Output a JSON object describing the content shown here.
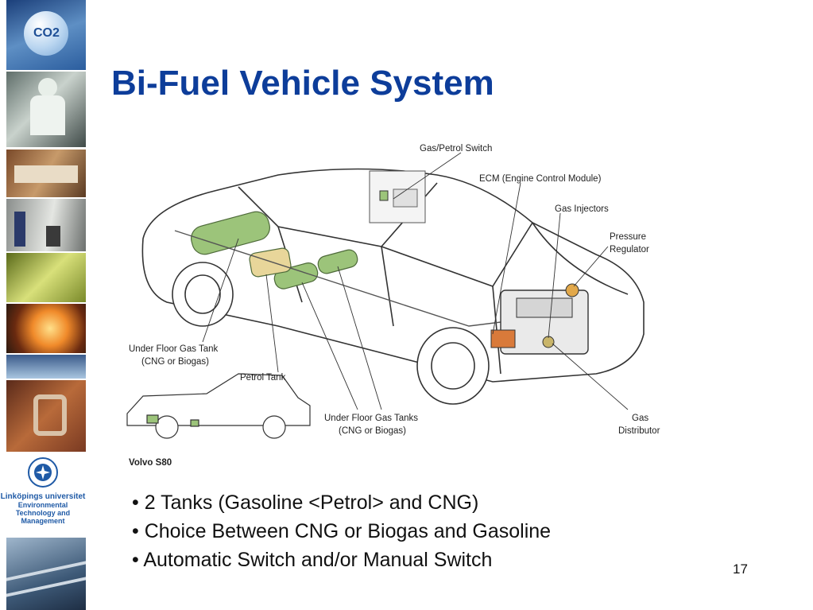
{
  "slide": {
    "title": "Bi-Fuel Vehicle System",
    "page_number": "17"
  },
  "sidebar": {
    "co2_badge": "CO2",
    "university": "Linköpings universitet",
    "department_line1": "Environmental",
    "department_line2": "Technology and",
    "department_line3": "Management"
  },
  "diagram": {
    "labels": {
      "gas_petrol_switch": "Gas/Petrol Switch",
      "ecm": "ECM (Engine Control Module)",
      "gas_injectors": "Gas Injectors",
      "pressure_1": "Pressure",
      "pressure_2": "Regulator",
      "under_floor_tank_1": "Under Floor Gas Tank",
      "under_floor_tank_2": "(CNG or Biogas)",
      "petrol_tank": "Petrol Tank",
      "under_floor_tanks_1": "Under Floor Gas Tanks",
      "under_floor_tanks_2": "(CNG or Biogas)",
      "gas_distributor_1": "Gas",
      "gas_distributor_2": "Distributor",
      "model": "Volvo S80"
    },
    "colors": {
      "gas_tank": "#9cc47a",
      "petrol_tank": "#e8d69a",
      "engine_part": "#d97a3a"
    }
  },
  "bullets": [
    "• 2 Tanks (Gasoline <Petrol> and CNG)",
    "• Choice Between CNG or Biogas and Gasoline",
    "• Automatic Switch and/or Manual Switch"
  ]
}
